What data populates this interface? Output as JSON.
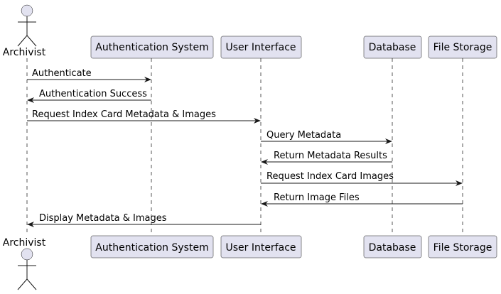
{
  "participants": [
    {
      "id": "archivist",
      "label": "Archivist",
      "kind": "actor"
    },
    {
      "id": "auth",
      "label": "Authentication System",
      "kind": "participant"
    },
    {
      "id": "ui",
      "label": "User Interface",
      "kind": "participant"
    },
    {
      "id": "db",
      "label": "Database",
      "kind": "participant"
    },
    {
      "id": "fs",
      "label": "File Storage",
      "kind": "participant"
    }
  ],
  "messages": [
    {
      "from": "archivist",
      "to": "auth",
      "label": "Authenticate"
    },
    {
      "from": "auth",
      "to": "archivist",
      "label": "Authentication Success"
    },
    {
      "from": "archivist",
      "to": "ui",
      "label": "Request Index Card Metadata & Images"
    },
    {
      "from": "ui",
      "to": "db",
      "label": "Query Metadata"
    },
    {
      "from": "db",
      "to": "ui",
      "label": "Return Metadata Results"
    },
    {
      "from": "ui",
      "to": "fs",
      "label": "Request Index Card Images"
    },
    {
      "from": "fs",
      "to": "ui",
      "label": "Return Image Files"
    },
    {
      "from": "ui",
      "to": "archivist",
      "label": "Display Metadata & Images"
    }
  ]
}
